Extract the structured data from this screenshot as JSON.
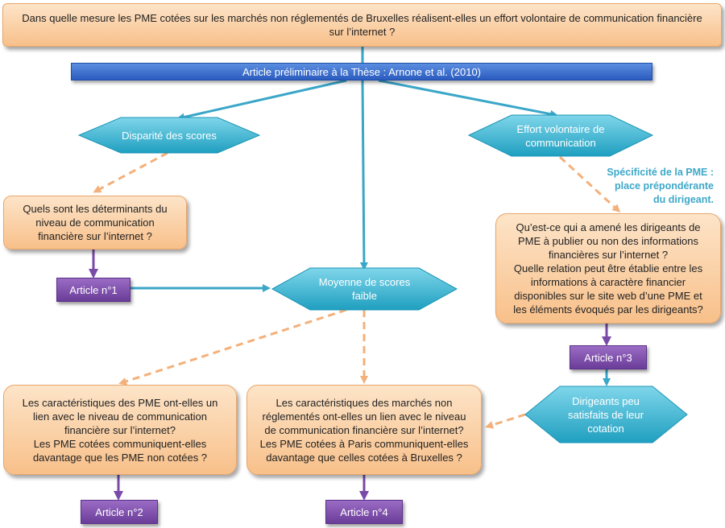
{
  "diagram": {
    "question": "Dans quelle mesure les PME cotées sur les marchés non réglementés de Bruxelles réalisent-elles un effort volontaire de communication financière\nsur l’internet ?",
    "article_bar": "Article préliminaire à la Thèse : Arnone et al. (2010)",
    "hex_disparite": "Disparité des scores",
    "hex_effort": "Effort volontaire de\ncommunication",
    "note_specificite": "Spécificité de la PME :\nplace prépondérante\ndu dirigeant.",
    "box_determinants": "Quels sont les déterminants du\nniveau de communication\nfinancière sur l’internet ?",
    "box_dirigeants": "Qu’est-ce qui a amené les dirigeants de\nPME à publier ou non des informations\nfinancières sur l’internet ?\nQuelle relation peut être établie entre les\ninformations à caractère financier\ndisponibles sur le site web d’une PME et\nles éléments évoqués par les dirigeants?",
    "article1": "Article n°1",
    "hex_moyenne": "Moyenne de scores\nfaible",
    "article3": "Article n°3",
    "hex_satisfaits": "Dirigeants peu\nsatisfaits de leur\ncotation",
    "box_pme_cotees": "Les caractéristiques des PME ont-elles un\nlien avec le niveau de communication\nfinancière sur l’internet?\nLes PME cotées communiquent-elles\ndavantage que les PME non cotées ?",
    "box_marches": "Les caractéristiques des marchés non\nréglementés ont-elles un lien avec le niveau\nde communication financière sur l’internet?\nLes PME cotées à Paris communiquent-elles\ndavantage que celles cotées à Bruxelles ?",
    "article2": "Article n°2",
    "article4": "Article n°4"
  },
  "colors": {
    "orange_box": "#f8c08a",
    "blue_bar": "#2a5bbf",
    "hexagon": "#2fb3d1",
    "purple_box": "#7a4aa8",
    "solid_arrow": "#3aa6c8",
    "dashed_arrow": "#f4b07a",
    "purple_arrow": "#7a4aa8",
    "note_text": "#3da8c8"
  }
}
